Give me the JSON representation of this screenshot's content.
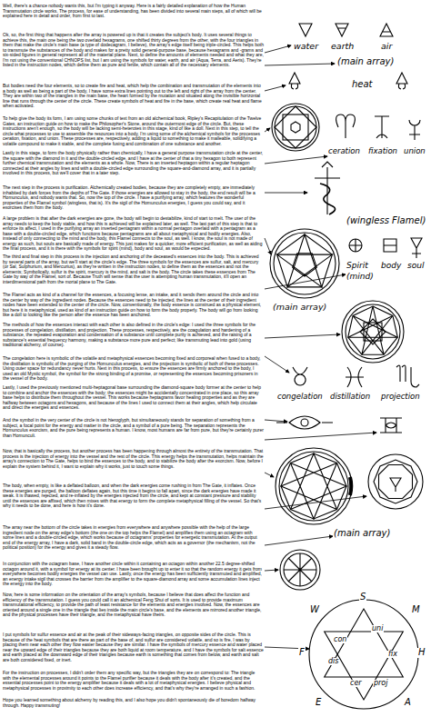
{
  "diagram": {
    "labels": [
      "Well, there's a chance nobody wants this, but I'm typing it anyway. Here is a fairly detailed explanation of how the Human Transmutation circle works. The process, for ease of understanding, has been divided into several main steps, all of which will be explained here in detail and order, from first to last.",
      "Ok, so, the first thing that happens after the array is powered up is that it creates the subject's body. It uses several things to achieve this, the main one being the two overlaid hexagrams, one shifted thirty degrees from the other, with the four triangles in them that make the circle's main base (a type of dodecagram, I believe), the array's edge itself being triple-circled. This helps both to transmute the substances of the body and makes for a pretty solid general-purpose base, because hexagrams and -grams and six-sided figures in general represent all of the material plane. Next, to define the amounts of elements needed and what they are, I'm not using the conventional CHNOPS list, but I am using the symbols for water, earth, and air (Aqua, Terra, and Aeris). They're listed in the instruction nodes, which define them as pure and fertile, which contain all of the necessary elements.",
      "But bodies need the four elements, so to create fire and heat, which help the combination and transmutation of the elements into a body as well as being a part of the body, I have some extra lines pointing out to the left and right of the array from the center. They are within two of the triangles in the main base, the heart formed by the mutation and situated along the invisible horizontal line that runs through the center of the circle. These create symbols of heat and fire in the base, which create real heat and flame when activated.",
      "To help give the body its form, I am using some chunks of text from an old alchemical book, Ripley's Recapitulation of the Twelve Gates, an instruction guide on how to make the Philosopher's Stone, around the outermost edge of the circle. But, these instructions aren't enough, so the body will be lacking semi-heterotes in this stage, kind of like a doll. Next in this step, to tell the circle what processes to use to assemble the resources into a body, I'm using some of the alchemical symbols for the processes ceration, fixation, and union. These processes are, respectively, adding a liquid to something to make it malleable, solidifying a volatile compound to make it stable, and the complete fusing and combination of one substance and another.",
      "Lastly in this stage, to form the body physically rather than chemically, I have a general purpose transmutation circle at the center, the square with the diamond in it and the double-circled edge, and I have at the center of that a tiny hexagon to both represent further chemical transmutation and the elements as a whole. Now, There is an inverted heptagon within a regular heptagon connected at their angles by lines and with a double-circled edge surrounding the square-and-diamond array, and it is partially involved in this process, but we'll cover that in a later step.",
      "The next step in the process is purification. Alchemically created bodies, because they are completely empty, are immediately inhabited by dark forces from the depths of The Gate. If those energies are allowed to stay in the body, the end result will be a Homunculus, and nobody wants that. So, now the top of the circle. I have a purifying array, which features the wonderful properties of the Flamel symbol (wingless, that is). It's the sigil of the Homunculus energies, I guess you could say, and it exorcises them from the body.",
      "A large problem is that after the dark energies are gone, the body will begin to destabilize, kind of start to melt. The user of the array needs to keep the body stable, and how this is achieved will be explained later, as well. The last part of this step is that to enforce its affect, I used in the purifying array an inverted pentagram within a normal pentagon overlaid with a pentagram as a base with a double-circled edge, which functions because pentagrams are all about metaphysical and bodily energies. Also, instead of only connecting to the mind and the body, this Flamel connects to the soul, as well. I know, the soul is not made of energy as such, but souls are basically made of energy. This just makes for a quicker, more efficient purification, as well as aiding the final process, and it is there with the symbols for spirit (mind), body and soul, as would be expected.",
      "The third and final step in this process is the injection and anchoring of the deceased's essences into the body. This is achieved by several parts of the array, but we'll start at the circle's edge. The three symbols for the essences are sulfur, salt, and mercury (or Sal, Sulphurium, and Mercurius), as they're written in the instruction nodes, to define them as the essences and not the elements; Symbolically, sulfur is the spirit, mercury is the mind, and salt is the body. The circle takes these essences from The Gate by way of the Flamel, sort of. Because Truth will sense that the user is attempting human transmutation, it'll open an interdimensional path from the mortal plane to The Gate.",
      "The Flamel acts as kind of a channel for the essences, a focusing lense, an intake, and it sends them around the circle and into the center by way of the ingredient nodes. Because the essences need to be injected, the lines at the center of their ingredient nodes have been extended to the center of the circle. Now, conventionally, the body essence is construed as a physical element, but here it is metaphysical, used as kind of an instruction guide on how to form the body properly. The body will go from looking like a doll to looking like the person after the essence has been anchored.",
      "The methods of how the essences interact with each other is also defined in the circle's edge: I used the three symbols for the processes of congelation, distillation, and projection. These processes, respectively, are the coagulation and hardening of a substance, the repeated evaporation and condensation of a substance until complete purity is achieved, and the raising of a substance's essential frequency harmony, making a substance more pure and perfect; like transmuting lead into gold (using traditional alchemy, of course).",
      "The congelation here is symbolic of the volatile and metaphysical essences becoming fixed and corporeal when fused to a body, the distillation is symbolic of the purging of the Homunculus energies, and the projection is symbolic of both of these processes. Using outer space for redundancy never hurts. Next in this process, to ensure the essences are firmly anchored to the body, I used an old Mystic symbol, the symbol for the strong binding of a promise, or representing the essences becoming prisoners in the vessel of the body.",
      "Lastly, I used the previously mentioned multi-heptagonal base surrounding the diamond-square body former at the center to help to combine and anchor the essences with the body; the essences might be accidentally concentrated in one place, so this array base helps to distribute them throughout the vessel. This works because heptagrams favor healing properties and as they are halfway between octagons and hexagons, and because of the lines I used to connect them at their angles, which help circulate and direct the energies and essences.",
      "And the symbol in the very center of the circle is not hieroglyph, but simultaneously stands for separation of something from a subject, a focal point for the energy and matter in the circle, and a symbol of a pure being. The separation represents the Homunculus exorcism, and the pure being represents a human. I know, most humans are far from pure, but they're certainly purer than Homunculi.",
      "Now, that is basically the process, but another process has been happening through almost the entirety of the transmutation. That process is the injection of energy into the vessel and the rest of the circle. This energy helps the transmutation, helps maintain the array's connection to The Gate, helps to bind the essences to the body, and to stabilize the body after the exorcism. Now, before I explain the system behind it, I want to explain why it works, just to touch some things.",
      "The body, when empty, is like a deflated balloon, and when the dark energies come rushing in from The Gate, it inflates. Once these energies are purged, the balloon deflates again, but this time it begins to fall apart, since the dark energies have made it weak. It is thawed, rejected, and re-inflated by the energies injected from the circle, and kept at constant pressure and stability until the essences are affixed, which then mixes with that energy to form the complete metaphysical filling of the vessel. So that's why it needs to be done, and here is how it's done.",
      "The array near the bottom of the circle takes in energies from everywhere and anywhere possible with the help of the large ingredient node on the array edge's bottom (the one on the top helps the Flamel) and amplifies them using an octagram with some lines and a double-circled edge, which works because of octagrams' properties for energetic transmutation. At the output end of the energy array, I have a dark, solid band in the double-circle edge, which acts as a governor (the mechanism, not the political position) for the energy and gives it a steady flow.",
      "In conjunction with the octagram base, I have another circle within it containing an octagon within another 22.5 degree-shifted octagon around it, with a symbol for energy at its center. I have been brought up to enter it so that the random energy it gets from everywhere becomes bodily energies the vessel can use. Lastly, once the energy has been sufficiently transmuted and amplified, an energy intake sigil that crosses the barrier from the amplifier to the square-diamond array and some accumulation lines inject the energy into the body.",
      "Now, here is some information on the orientation of the array's symbols, because I believe that does affect the function and efficiency of the transmutation. I guess you could call it an alchemical Feng Shui of sorts. It is used to provide maximum transmutational efficiency, to provide the path of least resistance for the elements and energies involved. Now, the essences are oriented around a single one in the triangle that lies inside the main circle's base, and the elements are mirrored another triangle, and the physical processes have their triangle, and the metaphysical have theirs.",
      "I put symbols for sulfur essence and air at the peak of their sideways-facing triangles, on opposite sides of the circle. This is because of the heat symbols that are there as part of the base of, and sulfur are considered volatile, and so is fire, I was by placing them near each other they flow easier because they are similar. I have the symbols of mercury essence and water placed near the upward edge of their triangles because they are both liquid at room temperature, and I have the symbols for salt essence and earth placed at the downward edge of their triangles because earth is something that comes from below, and earth and salt are both considered fixed, or inert.",
      "For the instruction on processes, I didn't order them any specific way, but the triangles they are on correspond to: The triangle with the elemental processes around it points to the Flamel purifier because it deals with the body after it's created, and the essential processes point to the energy amplifier because it deals with a lot of metaphysical energies. I believe physical and metaphysical processes in proximity to each other does increase efficiency, and that's why they're arranged in such a fashion.",
      "Hope you learned something about alchemy by reading this, and I also hope you didn't spontaneously die of boredom halfway through. Happy transmuting!",
      "water",
      "earth",
      "air",
      "(main array)",
      "heat",
      "ceration",
      "fixation",
      "union",
      "(wingless Flamel)",
      "Spirit",
      "(mind)",
      "body",
      "soul",
      "(main array)",
      "congelation",
      "distillation",
      "projection",
      "(main array)",
      "W",
      "S",
      "M",
      "F",
      "H",
      "E",
      "A",
      "con",
      "uni",
      "fix",
      "dis",
      "cer",
      "proj"
    ]
  }
}
